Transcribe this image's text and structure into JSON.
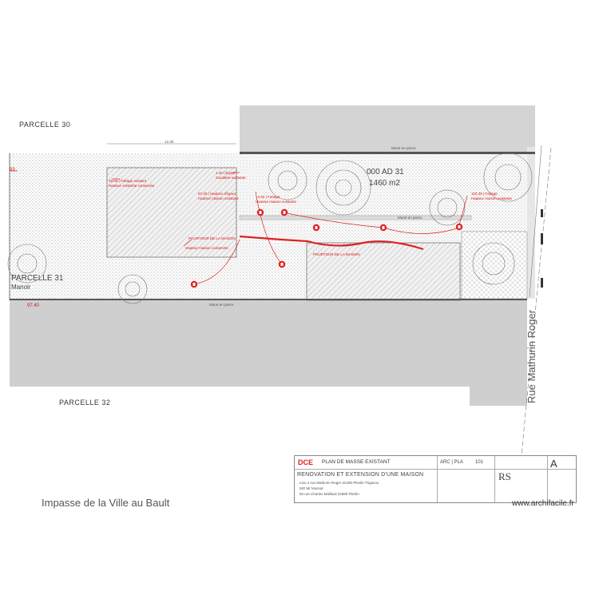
{
  "labels": {
    "parcel_north": "PARCELLE  30",
    "parcel_south": "PARCELLE  32",
    "parcel_west_line1": "PARCELLE 31",
    "parcel_west_line2": "Manoir",
    "lot_id": "000 AD 31",
    "lot_area": "1460 m2",
    "street_east": "Rue Mathurin Roger",
    "street_south": "Impasse de la Ville au Bault",
    "watermark": "www.archifacile.fr",
    "wall_label_top": "Muret en pierre",
    "wall_label_bottom": "Muret en pierre",
    "wall_label_center": "Muret en pierre",
    "level_left": "97.40",
    "level_left_top": "93",
    "dim_top": "12.30"
  },
  "annotations": [
    "16.00 | Faîtage existant",
    "Hauteur existante conservée",
    "1.40 | Égout",
    "Gouttière existante",
    "97.40 | Hauteur d'égout",
    "Hauteur maison existante",
    "+4.52 | Faîtage",
    "Hauteur maison existante",
    "POURTOUR DE LA MAISON",
    "Hauteur maison conservée",
    "100.49 | Faîtage",
    "Hauteur maison existante",
    "POURTOUR DE LA MAISON"
  ],
  "cartouche": {
    "phase": "DCE",
    "drawing_title": "PLAN DE MASSE EXISTANT",
    "code": "ARC | PLA",
    "number": "101",
    "project_title": "RENOVATION ET EXTENSION D'UNE MAISON",
    "line1": "Lieu   2 rue Mathurin Roger 22490 Pleslin-Trigavou",
    "line2": "MO   Mr Mosnal",
    "line3": "50 rue Charles Maillard 22680 Pleslin",
    "index": "A",
    "office_mark": "RS"
  },
  "colors": {
    "annotation_red": "#e02020",
    "hatch_gray": "#9a9a9a",
    "road_gray": "#cfcfcf"
  }
}
